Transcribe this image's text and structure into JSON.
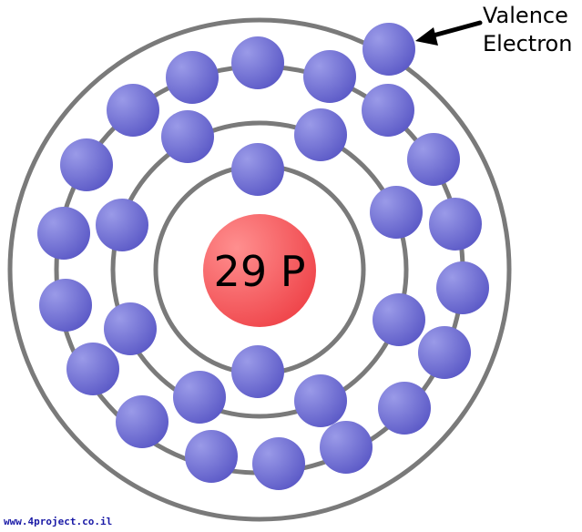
{
  "nucleus": {
    "label": "29 P"
  },
  "annotation": {
    "line1": "Valence",
    "line2": "Electron"
  },
  "watermark": "www.4project.co.il",
  "shells": [
    {
      "shell": 1,
      "electrons": 2
    },
    {
      "shell": 2,
      "electrons": 8
    },
    {
      "shell": 3,
      "electrons": 18
    },
    {
      "shell": 4,
      "electrons": 1
    }
  ],
  "colors": {
    "electron_light": "#9a9ae8",
    "electron_dark": "#5a58c6",
    "nucleus_light": "#ff8f8f",
    "nucleus_dark": "#ee3f45",
    "orbit": "#7a7a7a",
    "arrow": "#000000"
  }
}
